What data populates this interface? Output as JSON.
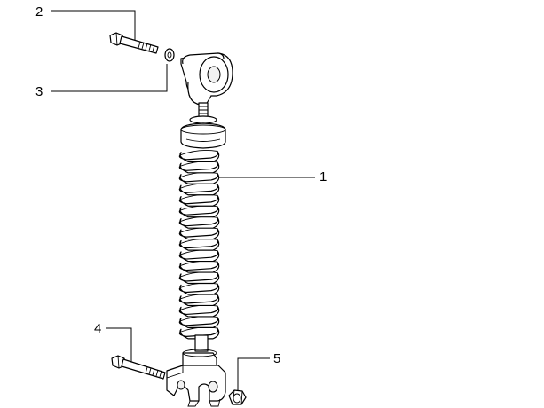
{
  "callouts": [
    {
      "id": "1",
      "number": "1"
    },
    {
      "id": "2",
      "number": "2"
    },
    {
      "id": "3",
      "number": "3"
    },
    {
      "id": "4",
      "number": "4"
    },
    {
      "id": "5",
      "number": "5"
    }
  ]
}
